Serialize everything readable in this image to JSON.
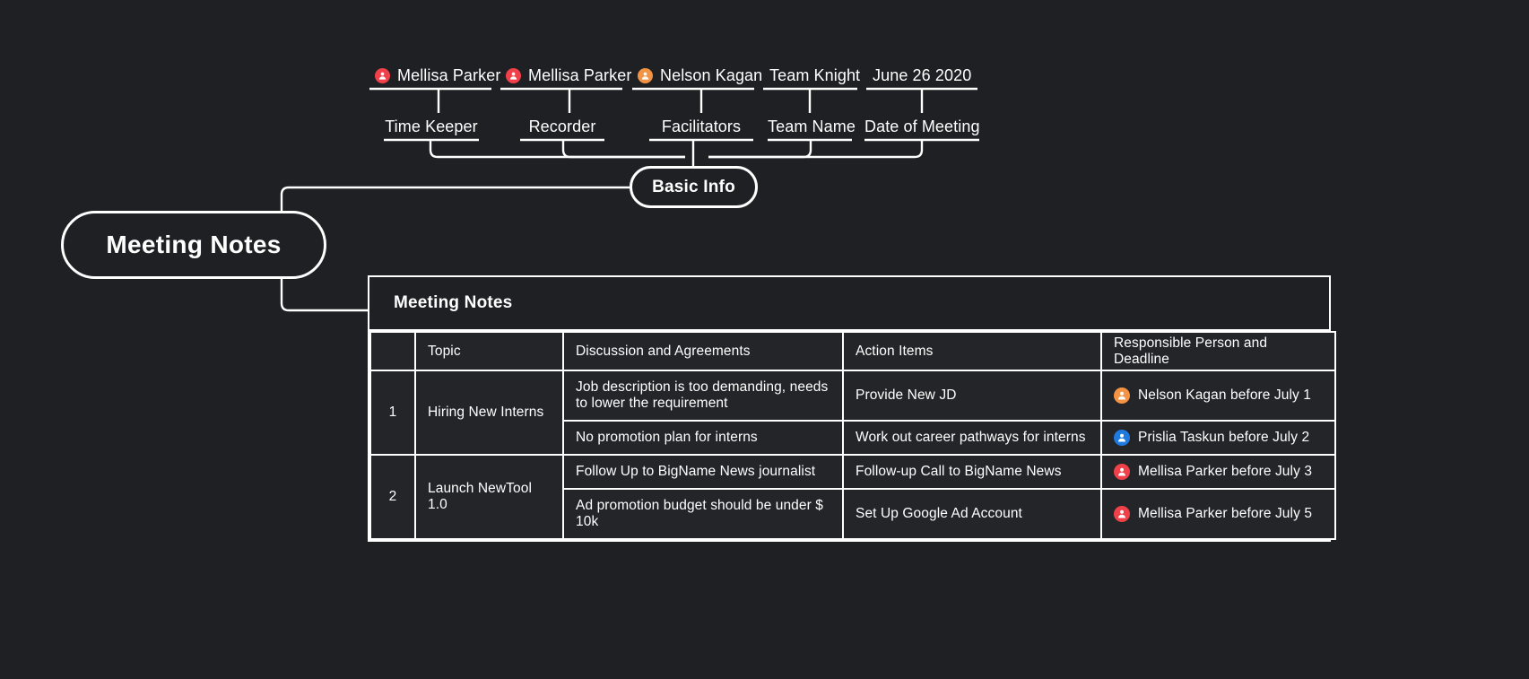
{
  "root_node": {
    "label": "Meeting Notes"
  },
  "branch_node": {
    "label": "Basic Info"
  },
  "basic_info": {
    "columns": [
      {
        "role": "Time Keeper",
        "value": "Mellisa Parker",
        "avatar": "person-icon",
        "avatar_color": "#f0414a"
      },
      {
        "role": "Recorder",
        "value": "Mellisa Parker",
        "avatar": "person-icon",
        "avatar_color": "#f0414a"
      },
      {
        "role": "Facilitators",
        "value": "Nelson Kagan",
        "avatar": "person-icon",
        "avatar_color": "#f49344"
      },
      {
        "role": "Team Name",
        "value": "Team Knight",
        "avatar": null,
        "avatar_color": null
      },
      {
        "role": "Date of Meeting",
        "value": "June 26 2020",
        "avatar": null,
        "avatar_color": null
      }
    ]
  },
  "table": {
    "title": "Meeting Notes",
    "headers": [
      "",
      "Topic",
      "Discussion and Agreements",
      "Action Items",
      "Responsible Person and Deadline"
    ],
    "rows": [
      {
        "number": "1",
        "topic": "Hiring New Interns",
        "lines": [
          {
            "discussion": "Job description is too demanding, needs to lower the requirement",
            "action": "Provide New JD",
            "action_style": "default",
            "responsible": "Nelson Kagan before July 1",
            "avatar": "person-icon",
            "avatar_color": "#f49344"
          },
          {
            "discussion": "No promotion plan for interns",
            "action": "Work out career pathways for interns",
            "action_style": "default",
            "responsible": "Prislia Taskun before July 2",
            "avatar": "person-icon",
            "avatar_color": "#1f7ae0"
          }
        ]
      },
      {
        "number": "2",
        "topic": "Launch NewTool 1.0",
        "lines": [
          {
            "discussion": "Follow Up to BigName News journalist",
            "action": "Follow-up Call to BigName News",
            "action_style": "highlight-white",
            "responsible": "Mellisa Parker before July 3",
            "avatar": "person-icon",
            "avatar_color": "#f0414a"
          },
          {
            "discussion": "Ad promotion budget should be under $ 10k",
            "action": "Set Up Google Ad Account",
            "action_style": "highlight-gray",
            "responsible": "Mellisa Parker before July 5",
            "avatar": "person-icon",
            "avatar_color": "#f0414a"
          }
        ]
      }
    ]
  },
  "colors": {
    "background": "#1f2023",
    "stroke": "#ffffff",
    "cell": "#242529",
    "highlight_white": "#ffffff",
    "highlight_gray": "#b9b9b9"
  }
}
